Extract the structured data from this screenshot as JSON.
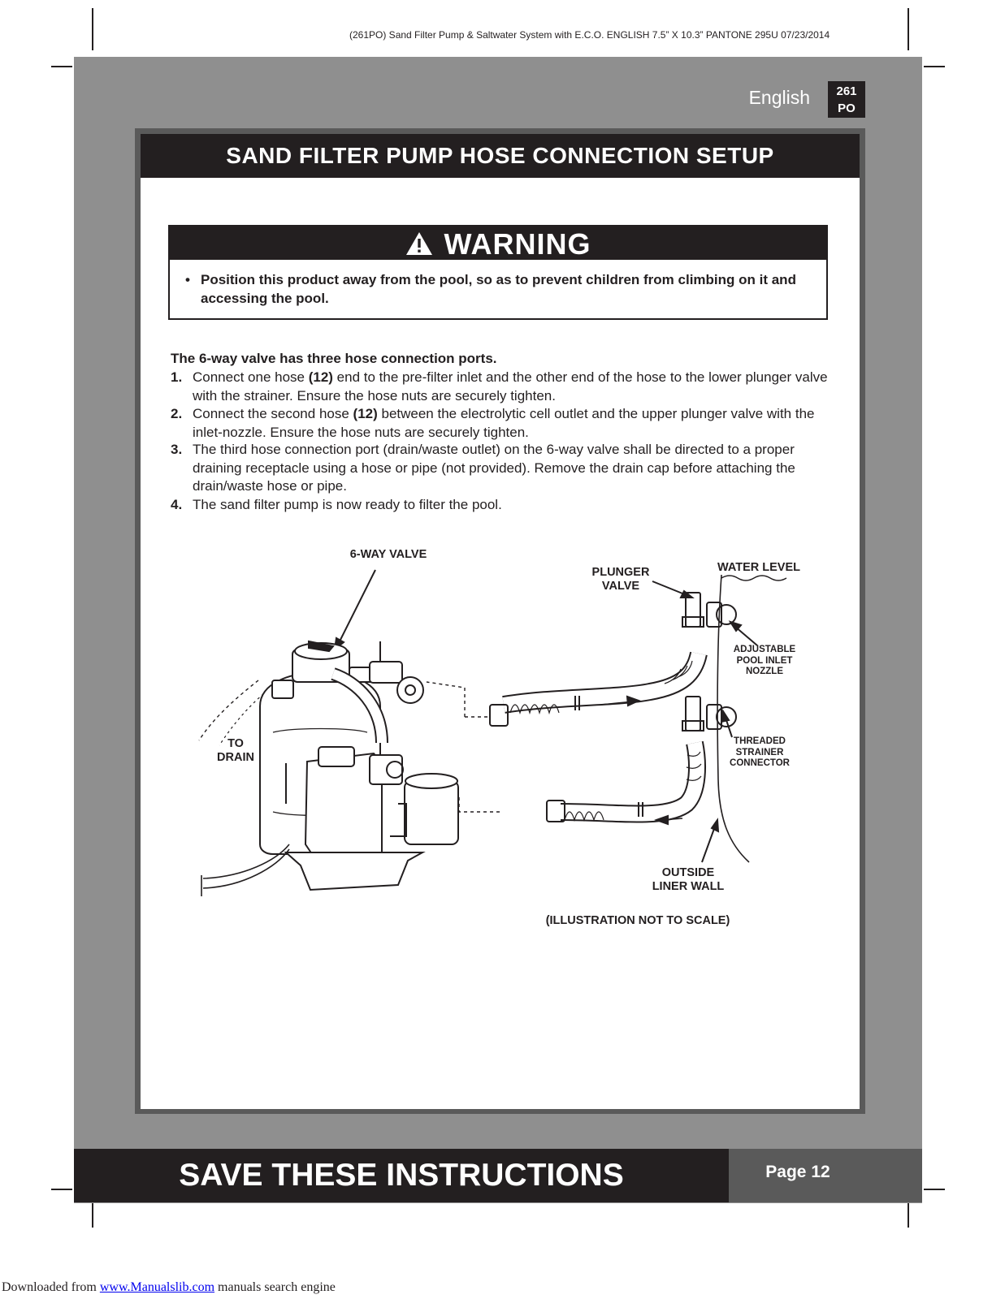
{
  "print_header": "(261PO)  Sand Filter Pump & Saltwater System with E.C.O.   ENGLISH  7.5” X 10.3”  PANTONE 295U  07/23/2014",
  "language": "English",
  "model_badge": {
    "line1": "261",
    "line2": "PO"
  },
  "section_title": "SAND FILTER PUMP HOSE CONNECTION SETUP",
  "warning": {
    "title": "WARNING",
    "icon": "warning-triangle-icon",
    "bullet": "•",
    "text": "Position this product away from the pool, so as to prevent children from climbing on it and accessing the pool."
  },
  "intro": "The 6-way valve has three hose connection ports.",
  "steps": [
    {
      "num": "1.",
      "pre": "Connect one hose ",
      "ref": "(12)",
      "post": " end to the pre-filter inlet and the other end of the hose to the lower plunger valve with the strainer. Ensure the hose nuts are securely tighten."
    },
    {
      "num": "2.",
      "pre": "Connect the second hose ",
      "ref": "(12)",
      "post": " between the electrolytic cell outlet and the upper plunger valve with the inlet-nozzle. Ensure the hose nuts are securely tighten."
    },
    {
      "num": "3.",
      "pre": "The third hose connection port (drain/waste outlet) on the 6-way valve shall be directed to a proper draining receptacle using a hose or pipe (not provided). Remove the drain cap before attaching the drain/waste hose or pipe.",
      "ref": "",
      "post": ""
    },
    {
      "num": "4.",
      "pre": "The sand filter pump is now ready to filter the pool.",
      "ref": "",
      "post": ""
    }
  ],
  "illustration": {
    "six_way_valve": "6-WAY VALVE",
    "plunger_valve": {
      "line1": "PLUNGER",
      "line2": "VALVE"
    },
    "water_level": "WATER LEVEL",
    "adjustable_nozzle": {
      "line1": "ADJUSTABLE",
      "line2": "POOL INLET",
      "line3": "NOZZLE"
    },
    "threaded_connector": {
      "line1": "THREADED",
      "line2": "STRAINER",
      "line3": "CONNECTOR"
    },
    "to_drain": {
      "line1": "TO",
      "line2": "DRAIN"
    },
    "outside_liner": {
      "line1": "OUTSIDE",
      "line2": "LINER WALL"
    },
    "not_to_scale": "(ILLUSTRATION NOT TO SCALE)"
  },
  "footer": {
    "save": "SAVE THESE INSTRUCTIONS",
    "page": "Page 12"
  },
  "download": {
    "prefix": "Downloaded from ",
    "link": "www.Manualslib.com",
    "suffix": "  manuals search engine"
  },
  "colors": {
    "dark": "#231f20",
    "gray_bg": "#8f8f8f",
    "panel_border": "#5a5a5a"
  }
}
